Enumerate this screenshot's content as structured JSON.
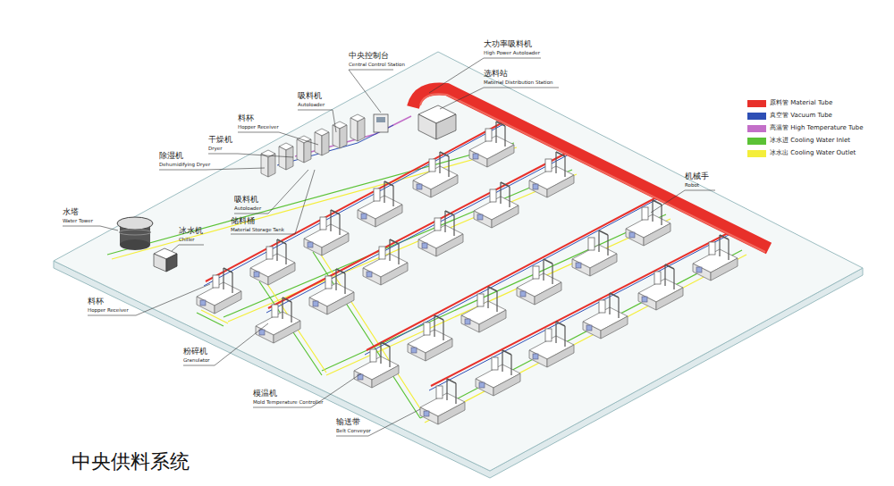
{
  "diagram": {
    "title": "中央供料系统",
    "labels": [
      "中央控制台",
      "Central Control Station",
      "大功率吸料机",
      "High Power Autoloader",
      "选料站",
      "Material Distribution Station",
      "吸料机",
      "Autoloader",
      "料杯",
      "Hopper Receiver",
      "干燥机",
      "Dryer",
      "除湿机",
      "Dehumidifying Dryer",
      "吸料机",
      "Autoloader",
      "储料桶",
      "Material Storage Tank",
      "水塔",
      "Water Tower",
      "冰水机",
      "Chiller",
      "机械手",
      "Robot",
      "料杯",
      "Hopper Receiver",
      "粉碎机",
      "Granulator",
      "模温机",
      "Mold Temperature Controller",
      "输送带",
      "Belt Conveyor"
    ],
    "legend": [
      {
        "text": "原料管 Material Tube",
        "color": "#e8302a"
      },
      {
        "text": "真空管 Vacuum Tube",
        "color": "#2e4fb5"
      },
      {
        "text": "高温管 High Temperature Tube",
        "color": "#c36fc8"
      },
      {
        "text": "冰水进 Cooling Water Inlet",
        "color": "#5bc236"
      },
      {
        "text": "冰水出 Cooling Water Outlet",
        "color": "#f4ee3a"
      }
    ]
  }
}
